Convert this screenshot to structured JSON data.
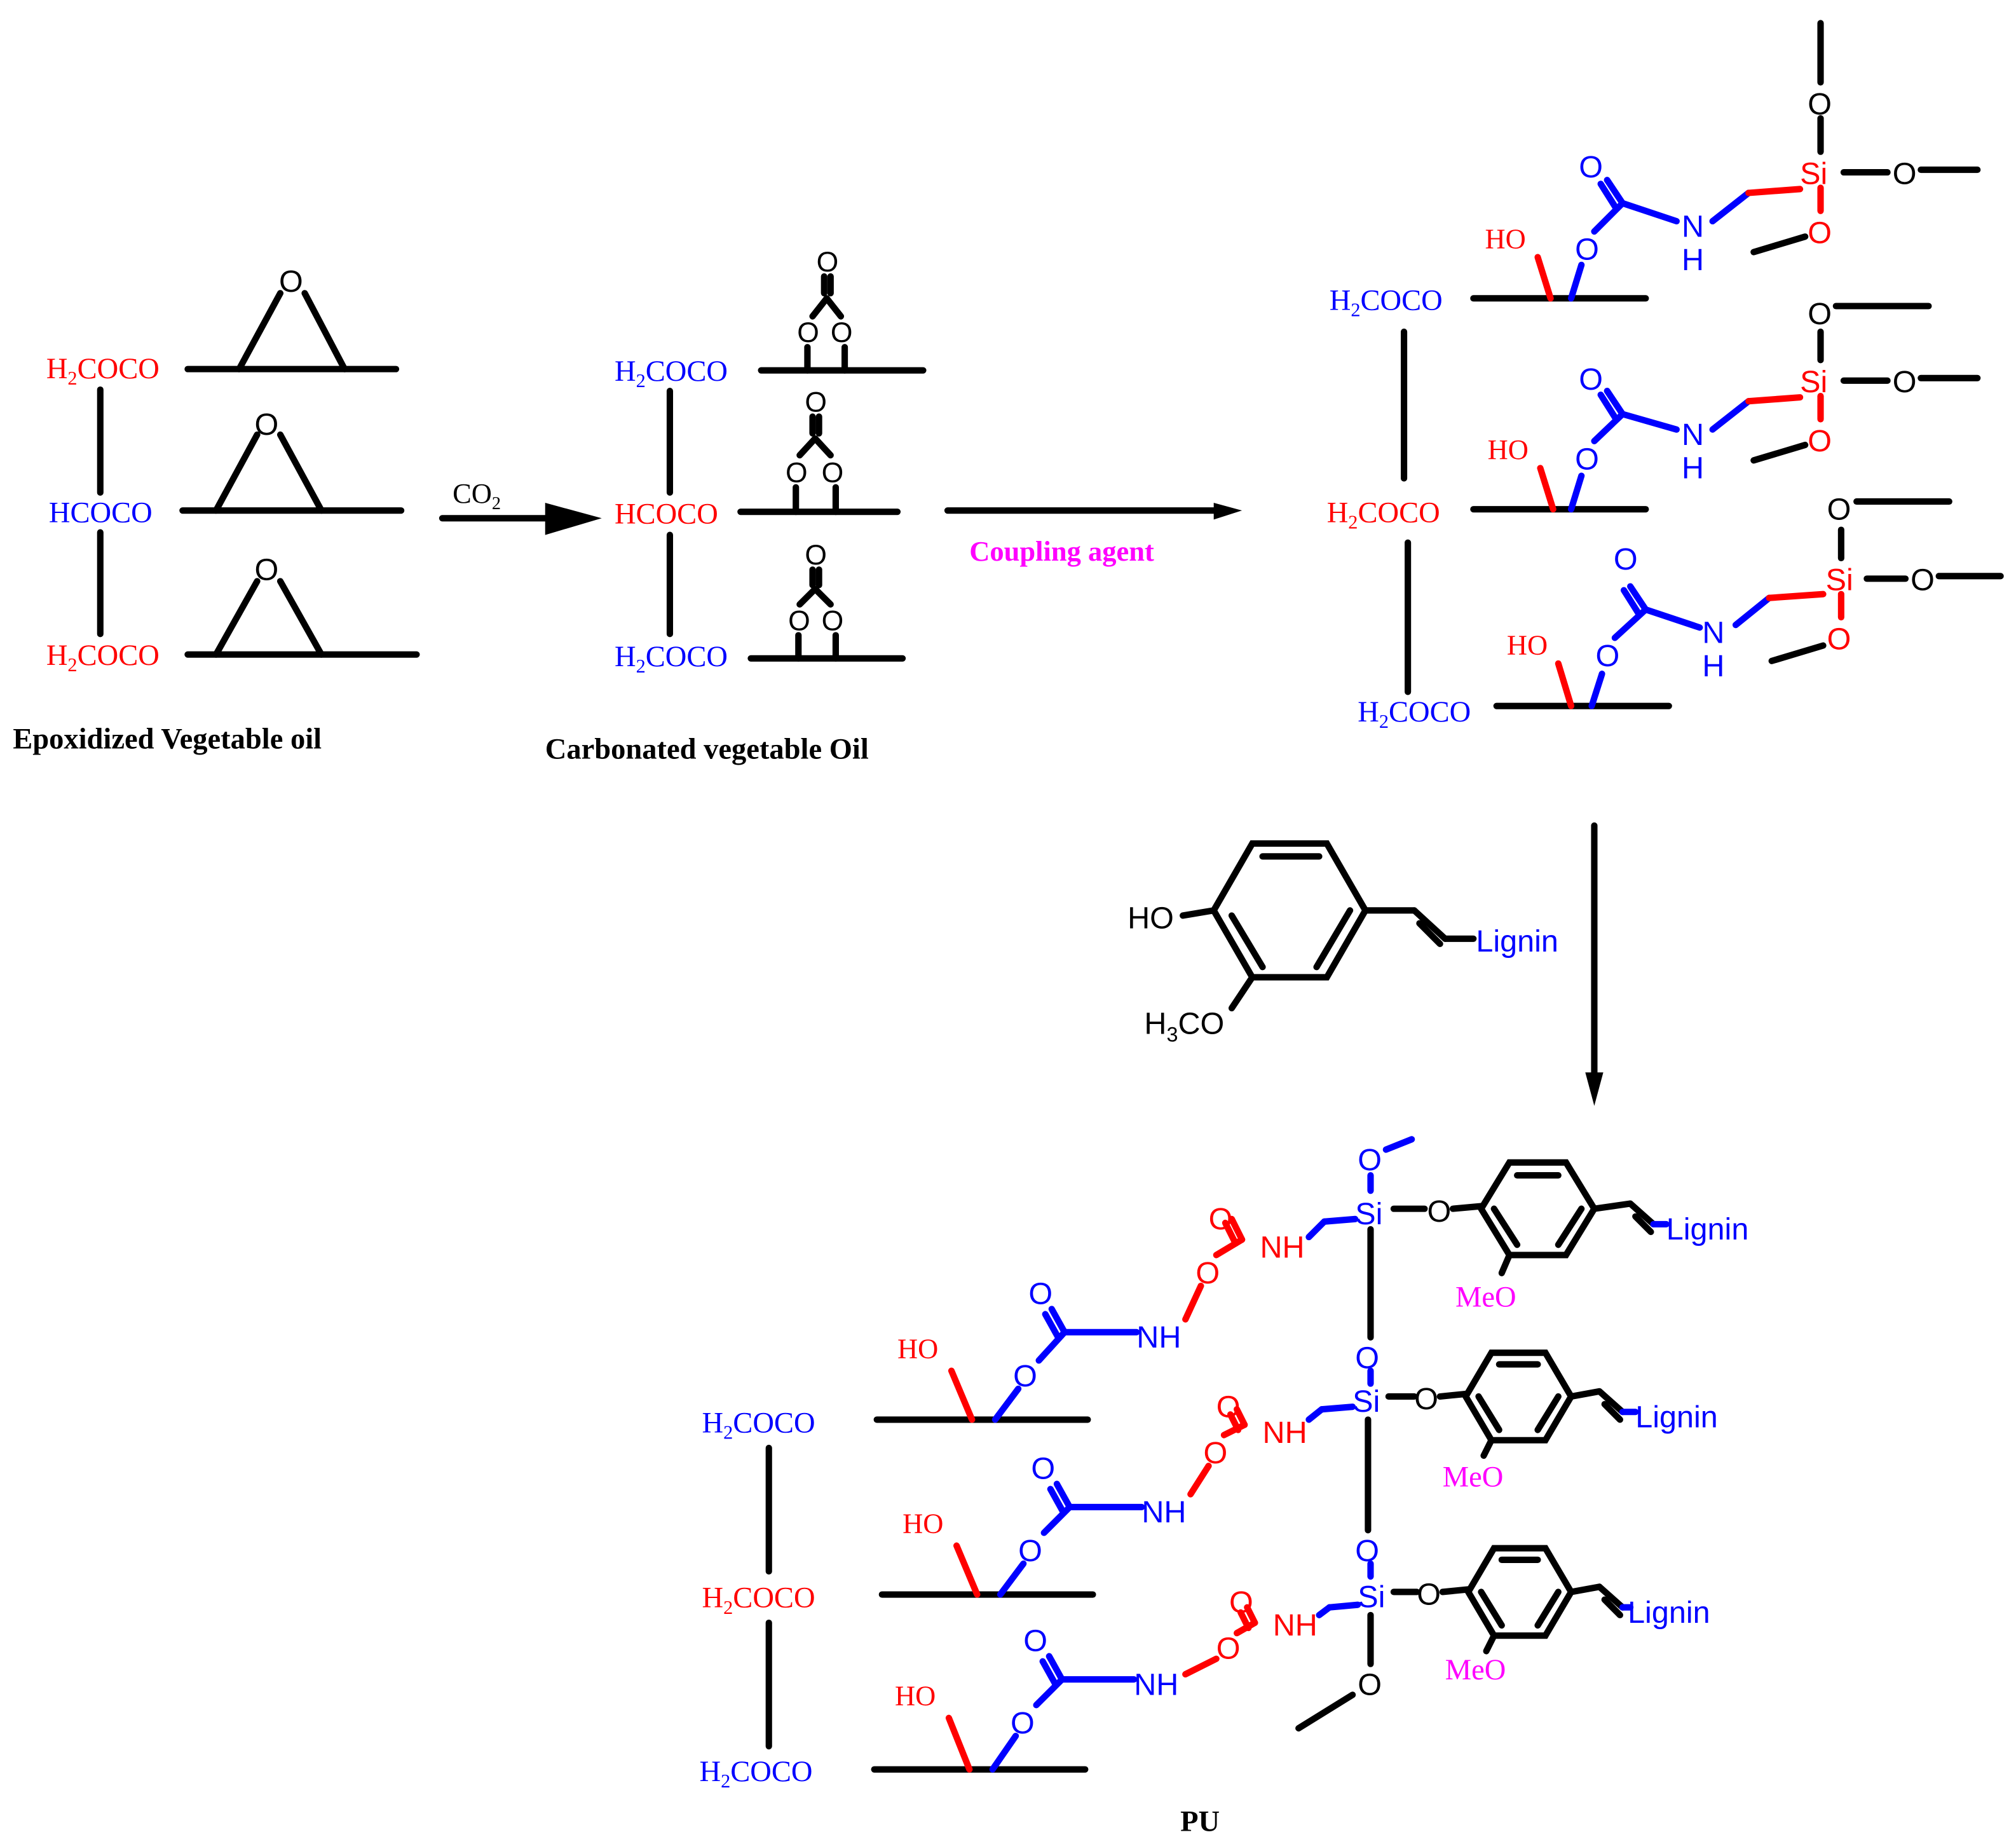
{
  "labels": {
    "epoxidized_caption": "Epoxidized Vegetable oil",
    "carbonated_caption": "Carbonated vegetable Oil",
    "pu_caption": "PU",
    "co2": "CO",
    "co2_sub": "2",
    "coupling_agent": "Coupling agent",
    "h2coco_pre": "H",
    "h2coco_sub": "2",
    "h2coco_post": "COCO",
    "hcoco": "HCOCO",
    "o": "O",
    "ho": "HO",
    "nh": "NH",
    "n": "N",
    "h": "H",
    "si": "Si",
    "lignin": "Lignin",
    "meo": "MeO",
    "h3co_pre": "H",
    "h3co_sub": "3",
    "h3co_post": "CO"
  },
  "colors": {
    "black": "#000000",
    "red": "#ff0000",
    "blue": "#0000ff",
    "magenta": "#ff00ff"
  }
}
